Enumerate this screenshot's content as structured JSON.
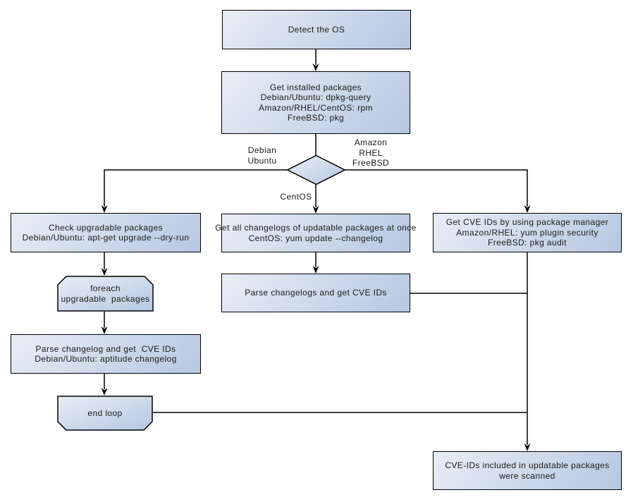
{
  "colors": {
    "node_fill_light": "#e9eef6",
    "node_fill_dark": "#b5c7e1",
    "node_border": "#000000",
    "connector": "#000000",
    "background": "#ffffff",
    "text": "#1a1a1a"
  },
  "nodes": {
    "detect_os": "Detect the OS",
    "get_installed": "Get installed packages\nDebian/Ubuntu: dpkg-query\nAmazon/RHEL/CentOS: rpm\nFreeBSD: pkg",
    "check_upgradable": "Check upgradable packages\nDebian/Ubuntu: apt-get upgrade --dry-run",
    "foreach_loop": "foreach\nupgradable  packages",
    "parse_changelog_deb": "Parse changelog and get  CVE IDs\nDebian/Ubuntu: aptitude changelog",
    "end_loop": "end loop",
    "get_all_changelogs": "Get all changelogs of updatable packages at once\nCentOS: yum update --changelog",
    "parse_changelogs_centos": "Parse changelogs and get CVE IDs",
    "get_cve_pkg_manager": "Get CVE IDs by using package manager\nAmazon/RHEL: yum plugin security\nFreeBSD: pkg audit",
    "scan_result": "CVE-IDs included in updatable packages\nwere scanned"
  },
  "edge_labels": {
    "left_branch": "Debian\nUbuntu",
    "right_branch": "Amazon\nRHEL\nFreeBSD",
    "down_branch": "CentOS"
  }
}
